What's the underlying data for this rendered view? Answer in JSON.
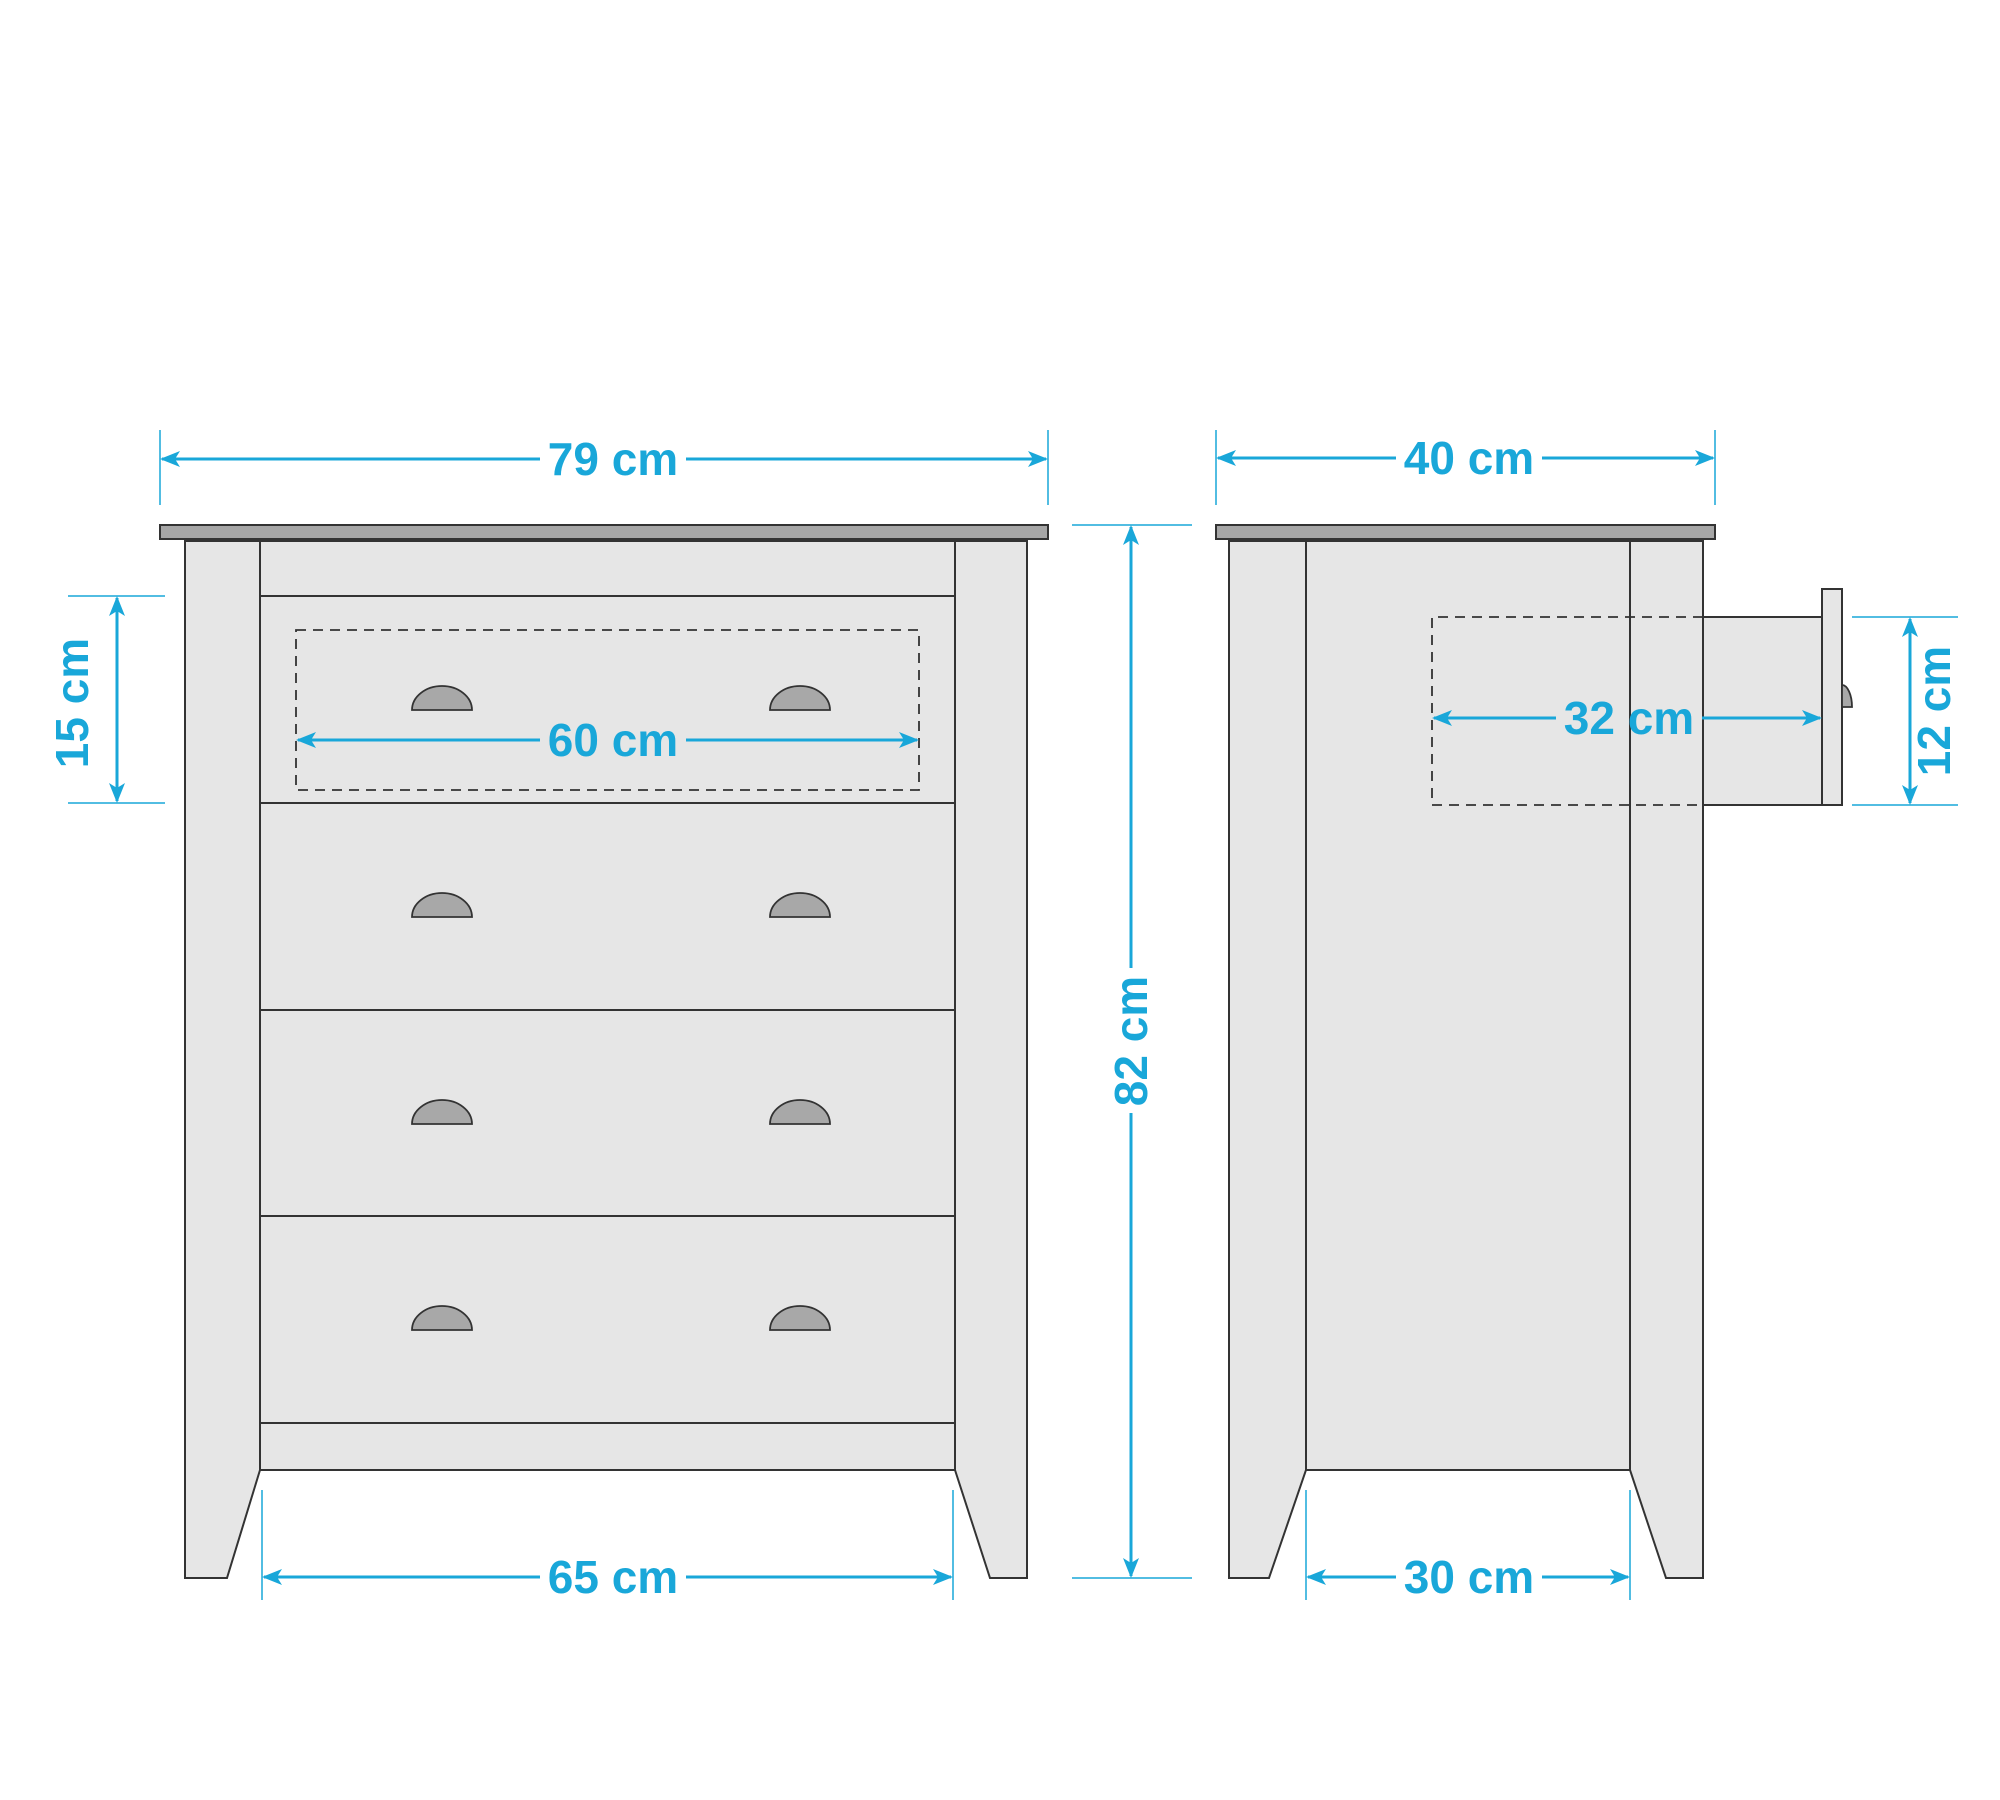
{
  "colors": {
    "dimension": "#19a7d9",
    "furniture_fill": "#e6e6e6",
    "furniture_top": "#a6a6a6",
    "handle": "#a8a8a8",
    "outline": "#333333"
  },
  "front_view": {
    "width_label": "79 cm",
    "inner_width_label": "65 cm",
    "drawer_inner_width_label": "60 cm",
    "drawer_height_label": "15 cm",
    "total_height_label": "82 cm",
    "drawer_count": 4
  },
  "side_view": {
    "depth_label": "40 cm",
    "inner_depth_label": "30 cm",
    "drawer_depth_label": "32 cm",
    "drawer_inner_height_label": "12 cm"
  }
}
